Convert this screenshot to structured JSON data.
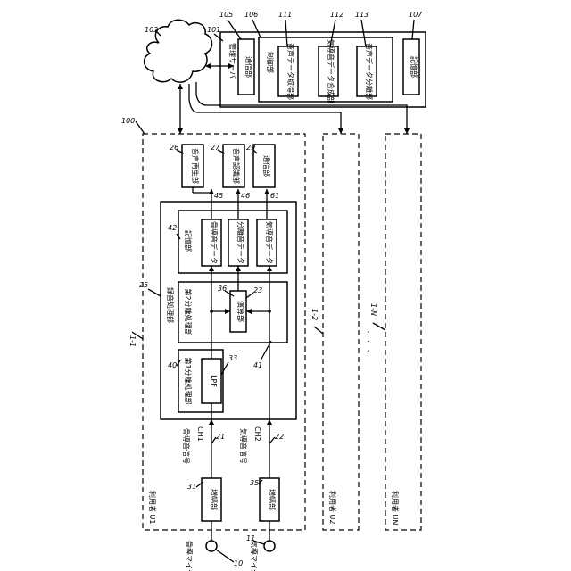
{
  "refs": {
    "r10": "10",
    "r11": "11",
    "r31": "31",
    "r35": "35",
    "r21": "21",
    "r22": "22",
    "r40": "40",
    "r33": "33",
    "r41": "41",
    "r36": "36",
    "r23": "23",
    "r25": "25",
    "r42": "42",
    "r45": "45",
    "r46": "46",
    "r61": "61",
    "r26": "26",
    "r27": "27",
    "r29": "29",
    "r100": "100",
    "r103": "103",
    "r101": "101",
    "r105": "105",
    "r106": "106",
    "r111": "111",
    "r112": "112",
    "r113": "113",
    "r107": "107",
    "r1_1": "1-1",
    "r1_2": "1-2",
    "r1_N": "1-N"
  },
  "labels": {
    "bone_mic": "骨導マイク",
    "air_mic": "気導マイク",
    "amp": "増幅部",
    "bone_signal": "骨導音信号",
    "air_signal": "気導音信号",
    "ch1": "CH1",
    "ch2": "CH2",
    "first_sep": "第1分離処理部",
    "lpf": "LPF",
    "rec_proc": "録音処理部",
    "second_sep": "第2分離処理部",
    "calc": "演算部",
    "storage": "記憶部",
    "bone_data": "骨導音データ",
    "sep_data": "分離音データ",
    "air_data": "気導音データ",
    "voice_play": "音声再生部",
    "voice_recog": "音声認識部",
    "comm": "通信部",
    "server": "管理サーバ",
    "control": "制御部",
    "voice_acq": "音声データ取得部",
    "air_synth": "気導音データ合成部",
    "voice_sep": "音声データ分離部",
    "user_u1": "利用者 U1",
    "user_u2": "利用者 U2",
    "user_un": "利用者 UN",
    "dots": "・ ・ ・"
  }
}
